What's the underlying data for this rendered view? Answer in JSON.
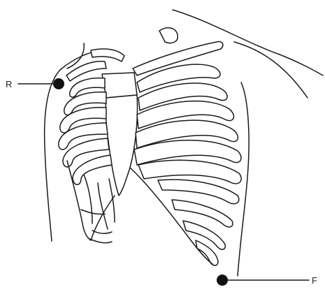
{
  "figure": {
    "electrodes": [
      {
        "id": "R",
        "label": "R"
      },
      {
        "id": "F",
        "label": "F"
      }
    ],
    "colors": {
      "line": "#1a1a1a",
      "electrode": "#111111",
      "background": "#ffffff"
    }
  }
}
